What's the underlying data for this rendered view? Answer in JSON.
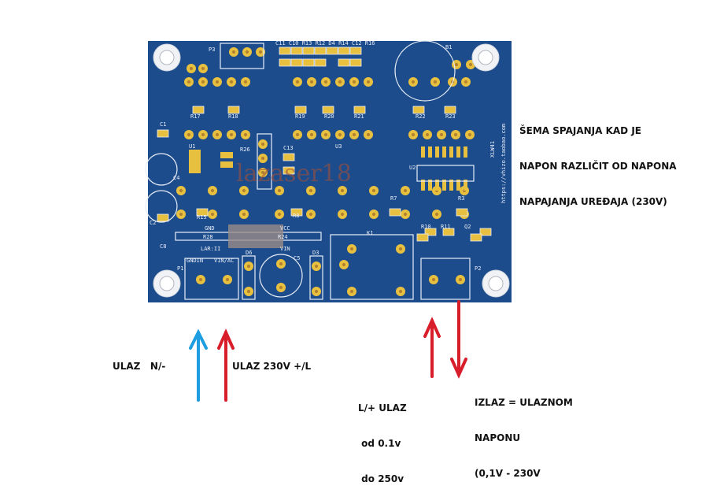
{
  "title_note": [
    "ŠEMA SPAJANJA KAD JE",
    "NAPON RAZLIČIT OD NAPONA",
    "NAPAJANJA UREĐAJA (230V)"
  ],
  "labels": {
    "input_neutral": "ULAZ   N/-",
    "input_line": "ULAZ 230V +/L",
    "load_input": [
      "L/+ ULAZ",
      " od 0.1v",
      " do 250v"
    ],
    "output": [
      "IZLAZ = ULAZNOM",
      "NAPONU",
      "(0,1V - 230V"
    ]
  },
  "pcb": {
    "silkscreen": {
      "p3": "P3",
      "top_parts": "C11 C10 R13 R12 D4 R14 C12 R16",
      "b1": "B1",
      "r17": "R17",
      "r18": "R18",
      "r19": "R19",
      "r20": "R20",
      "r21": "R21",
      "r22": "R22",
      "r23": "R23",
      "c1": "C1",
      "u1": "U1",
      "r26": "R26",
      "c13": "C13",
      "u3": "U3",
      "u2": "U2",
      "c4": "C4",
      "c2": "C2",
      "r15": "R15",
      "r8": "R8",
      "r7": "R7",
      "r3": "R3",
      "gnd": "GND",
      "vcc": "VCC",
      "r28": "R28",
      "r24": "R24",
      "lar": "LAR:II",
      "vin": "VIN",
      "k1": "K1",
      "r10": "R10",
      "r11": "R11",
      "q2": "Q2",
      "c8": "C8",
      "p1": "P1",
      "p2": "P2",
      "d6": "D6",
      "c5": "C5",
      "d3": "D3",
      "gndin": "GNDIN",
      "vin_term": "VIN/AC",
      "url": "https://vhizo.taobao.com",
      "ver": "XLW41",
      "watermark": "lazaser18"
    }
  },
  "colors": {
    "board": "#1d4c8c",
    "pad": "#e8c040",
    "silk": "#e8eef8",
    "blue_arrow": "#1e9ee0",
    "red_arrow": "#d81e2a"
  }
}
